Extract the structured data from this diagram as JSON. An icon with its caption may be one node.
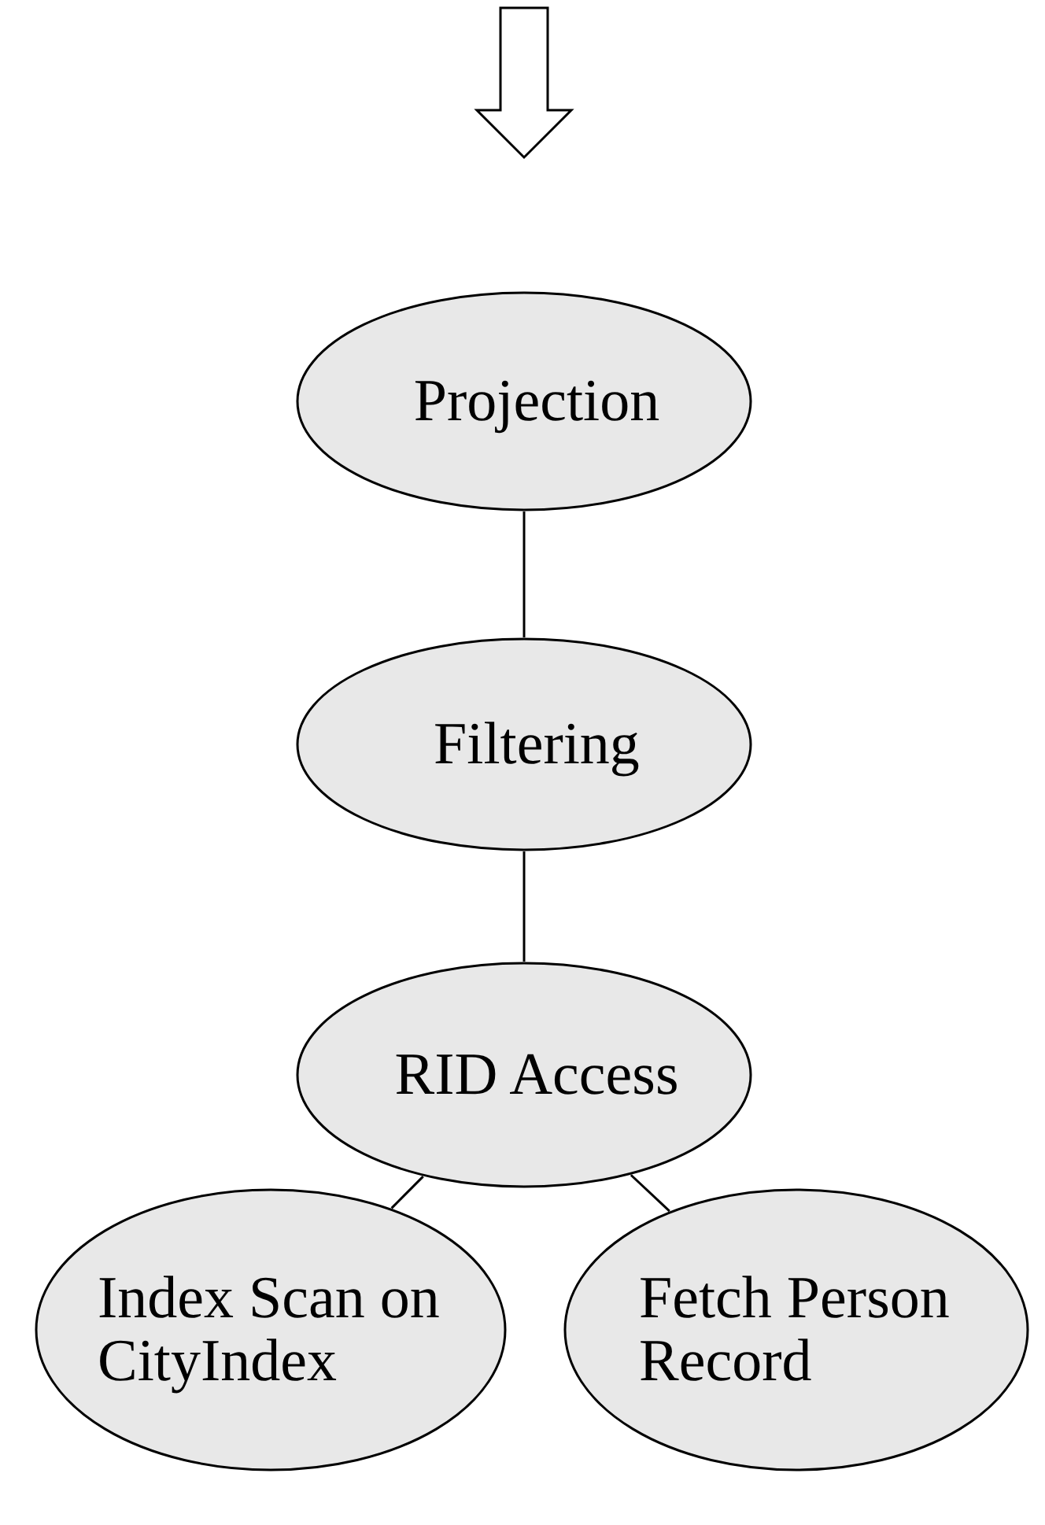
{
  "diagram": {
    "nodes": [
      {
        "text": [
          "Projection"
        ]
      },
      {
        "text": [
          "Filtering"
        ]
      },
      {
        "text": [
          "RID Access"
        ]
      },
      {
        "text": [
          "Index Scan on CityIndex"
        ]
      },
      {
        "text": [
          "Fetch Person Record"
        ]
      }
    ],
    "edges": [
      {
        "from": 0,
        "to": 1,
        "arrow": "none"
      },
      {
        "from": 1,
        "to": 2,
        "arrow": "none"
      },
      {
        "from": 2,
        "to": 3,
        "arrow": "none"
      },
      {
        "from": 2,
        "to": 4,
        "arrow": "none"
      }
    ]
  }
}
